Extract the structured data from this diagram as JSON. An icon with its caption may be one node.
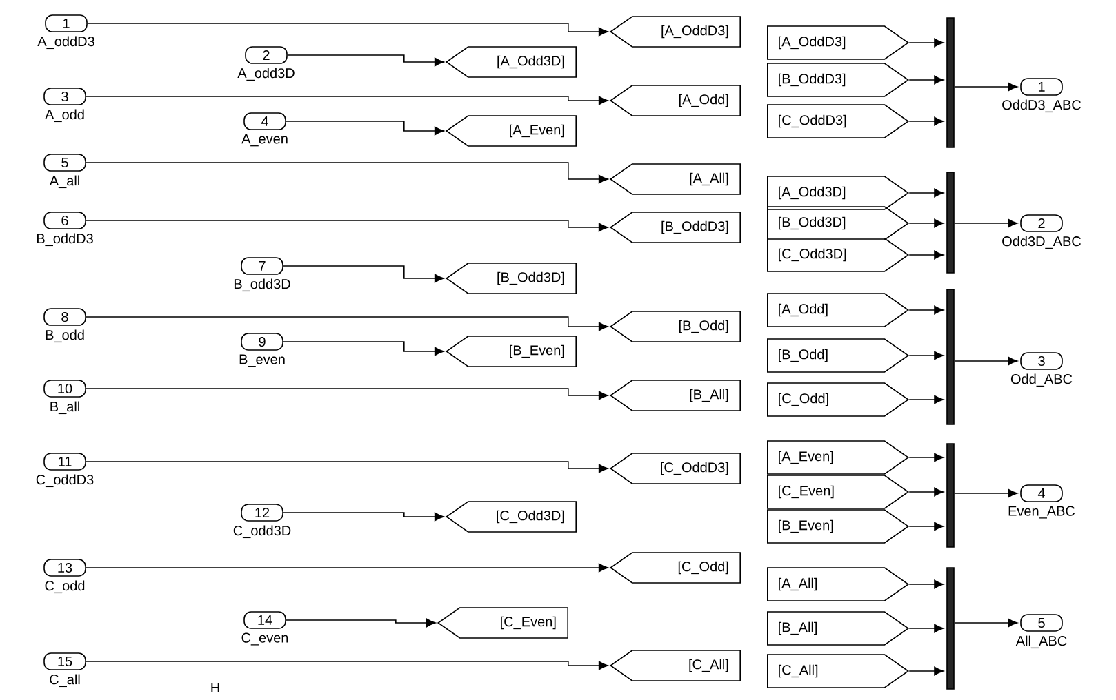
{
  "diagram": {
    "nodes": [
      {
        "text": [
          "1"
        ],
        "beside": [
          "A_oddD3"
        ]
      },
      {
        "text": [
          "2"
        ],
        "beside": [
          "A_odd3D"
        ]
      },
      {
        "text": [
          "3"
        ],
        "beside": [
          "A_odd"
        ]
      },
      {
        "text": [
          "4"
        ],
        "beside": [
          "A_even"
        ]
      },
      {
        "text": [
          "5"
        ],
        "beside": [
          "A_all"
        ]
      },
      {
        "text": [
          "6"
        ],
        "beside": [
          "B_oddD3"
        ]
      },
      {
        "text": [
          "7"
        ],
        "beside": [
          "B_odd3D"
        ]
      },
      {
        "text": [
          "8"
        ],
        "beside": [
          "B_odd"
        ]
      },
      {
        "text": [
          "9"
        ],
        "beside": [
          "B_even"
        ]
      },
      {
        "text": [
          "10"
        ],
        "beside": [
          "B_all"
        ]
      },
      {
        "text": [
          "11"
        ],
        "beside": [
          "C_oddD3"
        ]
      },
      {
        "text": [
          "12"
        ],
        "beside": [
          "C_odd3D"
        ]
      },
      {
        "text": [
          "13"
        ],
        "beside": [
          "C_odd"
        ]
      },
      {
        "text": [
          "14"
        ],
        "beside": [
          "C_even"
        ]
      },
      {
        "text": [
          "15"
        ],
        "beside": [
          "C_all"
        ]
      },
      {
        "text": [
          "[A_OddD3]"
        ]
      },
      {
        "text": [
          "[A_Odd3D]"
        ]
      },
      {
        "text": [
          "[A_Odd]"
        ]
      },
      {
        "text": [
          "[A_Even]"
        ]
      },
      {
        "text": [
          "[A_All]"
        ]
      },
      {
        "text": [
          "[B_OddD3]"
        ]
      },
      {
        "text": [
          "[B_Odd3D]"
        ]
      },
      {
        "text": [
          "[B_Odd]"
        ]
      },
      {
        "text": [
          "[B_Even]"
        ]
      },
      {
        "text": [
          "[B_All]"
        ]
      },
      {
        "text": [
          "[C_OddD3]"
        ]
      },
      {
        "text": [
          "[C_Odd3D]"
        ]
      },
      {
        "text": [
          "[C_Odd]"
        ]
      },
      {
        "text": [
          "[C_Even]"
        ]
      },
      {
        "text": [
          "[C_All]"
        ]
      },
      {
        "text": [
          "[A_OddD3]"
        ]
      },
      {
        "text": [
          "[B_OddD3]"
        ]
      },
      {
        "text": [
          "[C_OddD3]"
        ]
      },
      {
        "text": [
          "[A_Odd3D]"
        ]
      },
      {
        "text": [
          "[B_Odd3D]"
        ]
      },
      {
        "text": [
          "[C_Odd3D]"
        ]
      },
      {
        "text": [
          "[A_Odd]"
        ]
      },
      {
        "text": [
          "[B_Odd]"
        ]
      },
      {
        "text": [
          "[C_Odd]"
        ]
      },
      {
        "text": [
          "[A_Even]"
        ]
      },
      {
        "text": [
          "[C_Even]"
        ]
      },
      {
        "text": [
          "[B_Even]"
        ]
      },
      {
        "text": [
          "[A_All]"
        ]
      },
      {
        "text": [
          "[B_All]"
        ]
      },
      {
        "text": [
          "[C_All]"
        ]
      },
      {
        "text": [],
        "shape": "bar"
      },
      {
        "text": [],
        "shape": "bar"
      },
      {
        "text": [],
        "shape": "bar"
      },
      {
        "text": [],
        "shape": "bar"
      },
      {
        "text": [],
        "shape": "bar"
      },
      {
        "text": [
          "1"
        ],
        "beside": [
          "OddD3_ABC"
        ]
      },
      {
        "text": [
          "2"
        ],
        "beside": [
          "Odd3D_ABC"
        ]
      },
      {
        "text": [
          "3"
        ],
        "beside": [
          "Odd_ABC"
        ]
      },
      {
        "text": [
          "4"
        ],
        "beside": [
          "Even_ABC"
        ]
      },
      {
        "text": [
          "5"
        ],
        "beside": [
          "All_ABC"
        ]
      }
    ],
    "edges": [
      {
        "from": 0,
        "to": 15,
        "arrow": "to"
      },
      {
        "from": 1,
        "to": 16,
        "arrow": "to"
      },
      {
        "from": 2,
        "to": 17,
        "arrow": "to"
      },
      {
        "from": 3,
        "to": 18,
        "arrow": "to"
      },
      {
        "from": 4,
        "to": 19,
        "arrow": "to"
      },
      {
        "from": 5,
        "to": 20,
        "arrow": "to"
      },
      {
        "from": 6,
        "to": 21,
        "arrow": "to"
      },
      {
        "from": 7,
        "to": 22,
        "arrow": "to"
      },
      {
        "from": 8,
        "to": 23,
        "arrow": "to"
      },
      {
        "from": 9,
        "to": 24,
        "arrow": "to"
      },
      {
        "from": 10,
        "to": 25,
        "arrow": "to"
      },
      {
        "from": 11,
        "to": 26,
        "arrow": "to"
      },
      {
        "from": 12,
        "to": 27,
        "arrow": "to"
      },
      {
        "from": 13,
        "to": 28,
        "arrow": "to"
      },
      {
        "from": 14,
        "to": 29,
        "arrow": "to"
      },
      {
        "from": 30,
        "to": 45,
        "arrow": "to"
      },
      {
        "from": 31,
        "to": 45,
        "arrow": "to"
      },
      {
        "from": 32,
        "to": 45,
        "arrow": "to"
      },
      {
        "from": 33,
        "to": 46,
        "arrow": "to"
      },
      {
        "from": 34,
        "to": 46,
        "arrow": "to"
      },
      {
        "from": 35,
        "to": 46,
        "arrow": "to"
      },
      {
        "from": 36,
        "to": 47,
        "arrow": "to"
      },
      {
        "from": 37,
        "to": 47,
        "arrow": "to"
      },
      {
        "from": 38,
        "to": 47,
        "arrow": "to"
      },
      {
        "from": 39,
        "to": 48,
        "arrow": "to"
      },
      {
        "from": 40,
        "to": 48,
        "arrow": "to"
      },
      {
        "from": 41,
        "to": 48,
        "arrow": "to"
      },
      {
        "from": 42,
        "to": 49,
        "arrow": "to"
      },
      {
        "from": 43,
        "to": 49,
        "arrow": "to"
      },
      {
        "from": 44,
        "to": 49,
        "arrow": "to"
      },
      {
        "from": 45,
        "to": 50,
        "arrow": "to"
      },
      {
        "from": 46,
        "to": 51,
        "arrow": "to"
      },
      {
        "from": 47,
        "to": 52,
        "arrow": "to"
      },
      {
        "from": 48,
        "to": 53,
        "arrow": "to"
      },
      {
        "from": 49,
        "to": 54,
        "arrow": "to"
      }
    ],
    "labels": [
      "H"
    ]
  }
}
